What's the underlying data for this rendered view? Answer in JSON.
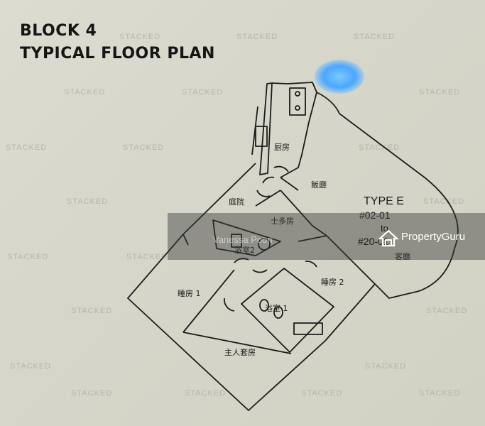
{
  "title": {
    "line1": "BLOCK 4",
    "line2": "TYPICAL FLOOR PLAN"
  },
  "watermark": "STACKED",
  "rooms": {
    "kitchen": "厨房",
    "dining": "飯廳",
    "yard": "庭院",
    "store": "士多房",
    "bath2": "浴室2",
    "bedroom1": "睡房 1",
    "bedroom2": "睡房 2",
    "bath1": "浴室 1",
    "master": "主人套房",
    "living": "客廳"
  },
  "unit": {
    "type": "TYPE E",
    "from": "#02-01",
    "to_word": "to",
    "to": "#20-01"
  },
  "overlay": {
    "agent_name": "Vanessa Poon",
    "brand": "PropertyGuru"
  },
  "colors": {
    "background": "#d9d9cd",
    "linework": "#1c1c1c",
    "brand": "#ffffff"
  }
}
